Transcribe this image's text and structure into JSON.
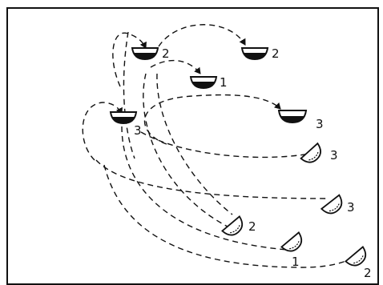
{
  "colors": {
    "ink": "#111111",
    "paper": "#ffffff"
  },
  "bowls": [
    {
      "id": "b2a",
      "label": "2",
      "state": "upright-filled"
    },
    {
      "id": "b2b",
      "label": "2",
      "state": "upright-filled"
    },
    {
      "id": "b1a",
      "label": "1",
      "state": "upright-filled"
    },
    {
      "id": "b3a",
      "label": "3",
      "state": "upright-filled"
    },
    {
      "id": "b3b",
      "label": "3",
      "state": "upright-filled"
    },
    {
      "id": "b3c",
      "label": "3",
      "state": "tipped-spilled"
    },
    {
      "id": "b3d",
      "label": "3",
      "state": "tipped-spilled"
    },
    {
      "id": "b2c",
      "label": "2",
      "state": "tipped-spilled"
    },
    {
      "id": "b1b",
      "label": "1",
      "state": "tipped-spilled"
    },
    {
      "id": "b2d",
      "label": "2",
      "state": "tipped-spilled"
    }
  ],
  "icons": {
    "arrow": "arrowhead-icon",
    "bowl": "bowl-icon"
  }
}
